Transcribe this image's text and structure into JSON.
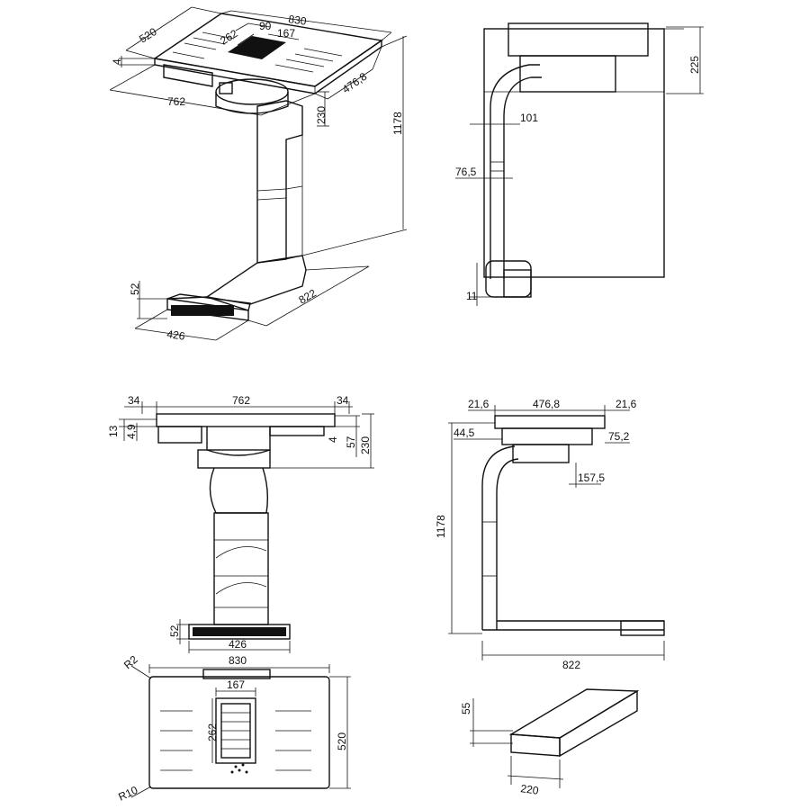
{
  "drawing": {
    "iso": {
      "d830": "830",
      "d520": "520",
      "d4": "4",
      "d90": "90",
      "d262": "262",
      "d167": "167",
      "d762": "762",
      "d476_8": "476,8",
      "d230": "230",
      "d1178": "1178",
      "d52": "52",
      "d822": "822",
      "d426": "426"
    },
    "side_top": {
      "d225": "225",
      "d101": "101",
      "d76_5": "76,5",
      "d11": "11"
    },
    "front": {
      "d34a": "34",
      "d762": "762",
      "d34b": "34",
      "d13": "13",
      "d4_9": "4,9",
      "d4": "4",
      "d57": "57",
      "d230": "230",
      "d52": "52",
      "d426": "426"
    },
    "side": {
      "d21_6a": "21,6",
      "d476_8": "476,8",
      "d21_6b": "21,6",
      "d44_5": "44,5",
      "d75_2": "75,2",
      "d157_5": "157,5",
      "d1178": "1178",
      "d822": "822"
    },
    "plan": {
      "r2": "R2",
      "d830": "830",
      "d167": "167",
      "d262": "262",
      "d520": "520",
      "r10": "R10"
    },
    "duct": {
      "d55": "55",
      "d220": "220"
    }
  }
}
